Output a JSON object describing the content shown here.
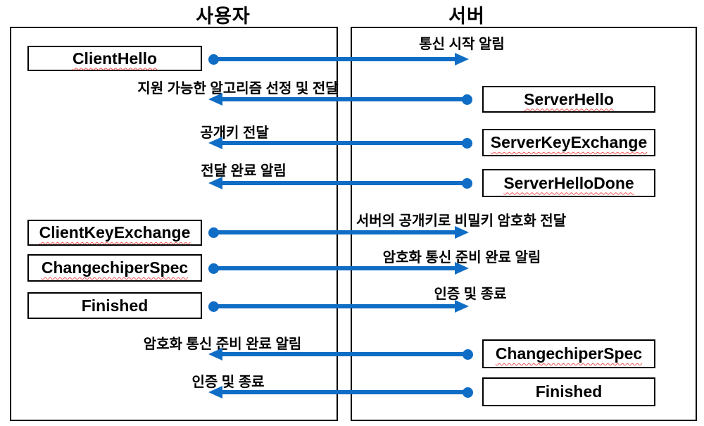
{
  "diagram": {
    "title": "TLS handshake sequence",
    "client_title": "사용자",
    "server_title": "서버",
    "colors": {
      "arrow_blue": "#0F6DC5",
      "box_border": "#000000",
      "spellcheck_red": "#EF5350"
    },
    "client_boxes": [
      {
        "label": "ClientHello",
        "misspelled": true
      },
      {
        "label": "ClientKeyExchange",
        "misspelled": true
      },
      {
        "label": "ChangechiperSpec",
        "misspelled": true
      },
      {
        "label": "Finished",
        "misspelled": false
      }
    ],
    "server_boxes": [
      {
        "label": "ServerHello",
        "misspelled": true
      },
      {
        "label": "ServerKeyExchange",
        "misspelled": true
      },
      {
        "label": "ServerHelloDone",
        "misspelled": true
      },
      {
        "label": "ChangechiperSpec",
        "misspelled": true
      },
      {
        "label": "Finished",
        "misspelled": false
      }
    ],
    "arrows": [
      {
        "label": "통신 시작 알림",
        "from": "ClientHello",
        "direction": "right"
      },
      {
        "label": "지원 가능한 알고리즘 선정 및 전달",
        "from": "ServerHello",
        "direction": "left"
      },
      {
        "label": "공개키 전달",
        "from": "ServerKeyExchange",
        "direction": "left"
      },
      {
        "label": "전달 완료 알림",
        "from": "ServerHelloDone",
        "direction": "left"
      },
      {
        "label": "서버의 공개키로 비밀키 암호화 전달",
        "from": "ClientKeyExchange",
        "direction": "right"
      },
      {
        "label": "암호화 통신 준비 완료 알림",
        "from": "ChangechiperSpec",
        "direction": "right"
      },
      {
        "label": "인증 및 종료",
        "from": "Finished",
        "direction": "right"
      },
      {
        "label": "암호화 통신 준비 완료 알림",
        "from": "ChangechiperSpec",
        "direction": "left"
      },
      {
        "label": "인증 및 종료",
        "from": "Finished",
        "direction": "left"
      }
    ]
  }
}
